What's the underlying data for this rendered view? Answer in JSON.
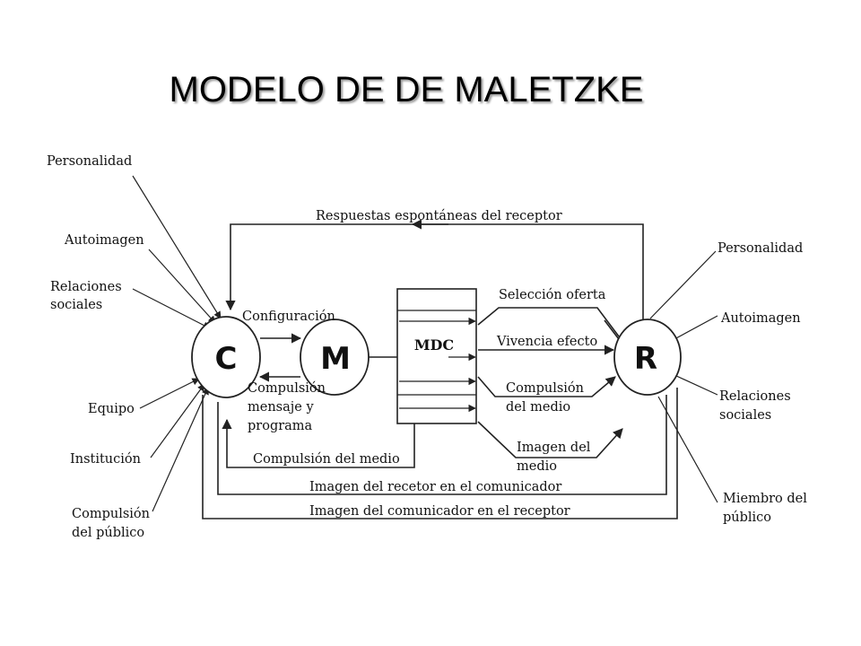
{
  "title": "MODELO DE DE MALETZKE",
  "nodes": {
    "communicator": "C",
    "message": "M",
    "medium": "MDC",
    "receiver": "R"
  },
  "communicator_factors": {
    "personalidad": "Personalidad",
    "autoimagen": "Autoimagen",
    "relaciones_1": "Relaciones",
    "relaciones_2": "sociales",
    "equipo": "Equipo",
    "institucion": "Institución",
    "compulsion_publico_1": "Compulsión",
    "compulsion_publico_2": "del público"
  },
  "receiver_factors": {
    "personalidad": "Personalidad",
    "autoimagen": "Autoimagen",
    "relaciones_1": "Relaciones",
    "relaciones_2": "sociales",
    "miembro_1": "Miembro del",
    "miembro_2": "público"
  },
  "flows": {
    "respuestas": "Respuestas espontáneas del receptor",
    "configuracion": "Configuración",
    "compulsion_mensaje_1": "Compulsión",
    "compulsion_mensaje_2": "mensaje y",
    "compulsion_mensaje_3": "programa",
    "compulsion_medio_comunicador": "Compulsión del medio",
    "imagen_receptor": "Imagen del recetor en el comunicador",
    "imagen_comunicador": "Imagen del comunicador en el receptor",
    "seleccion_oferta": "Selección oferta",
    "vivencia_efecto": "Vivencia efecto",
    "compulsion_medio_receptor_1": "Compulsión",
    "compulsion_medio_receptor_2": "del medio",
    "imagen_medio_1": "Imagen del",
    "imagen_medio_2": "medio"
  }
}
